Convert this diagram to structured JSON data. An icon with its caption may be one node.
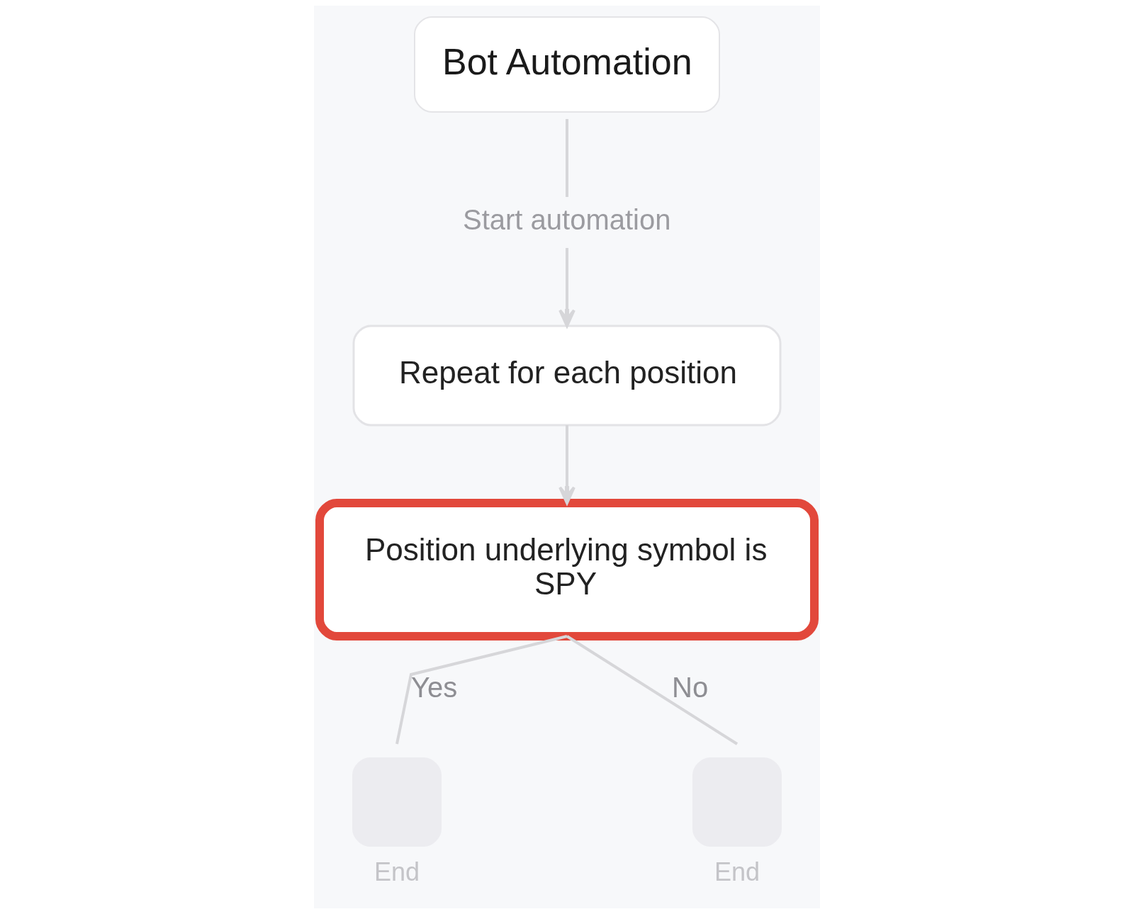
{
  "diagram": {
    "title": "Bot Automation",
    "nodes": [
      {
        "text": [
          "Start automation"
        ]
      },
      {
        "text": [
          "Repeat for each position"
        ]
      },
      {
        "text": [
          "Position underlying symbol is SPY"
        ]
      },
      {
        "text": [],
        "shape": "box",
        "beside": [
          "End"
        ]
      },
      {
        "text": [],
        "shape": "box",
        "beside": [
          "End"
        ]
      }
    ],
    "edges": [
      {
        "from": null,
        "to": 0,
        "arrow": "none"
      },
      {
        "from": 0,
        "to": 1,
        "arrow": "to"
      },
      {
        "from": 1,
        "to": 2,
        "arrow": "to"
      },
      {
        "from": 2,
        "to": 3,
        "arrow": "none",
        "label": "Yes"
      },
      {
        "from": 2,
        "to": 4,
        "arrow": "none",
        "label": "No"
      }
    ]
  }
}
